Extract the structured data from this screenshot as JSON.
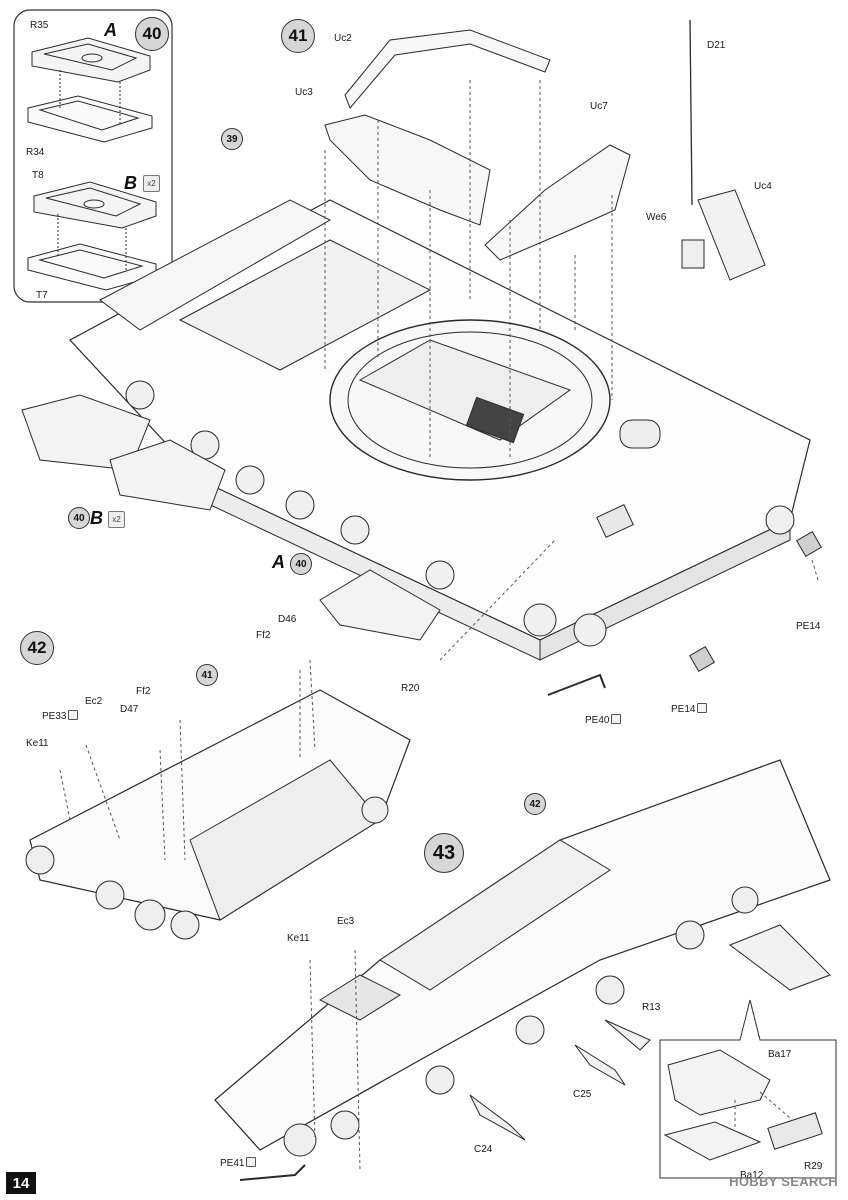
{
  "page_number": "14",
  "watermark": "HOBBY SEARCH",
  "steps": {
    "s39": "39",
    "s40_inset": "40",
    "s40_ref_a": "40",
    "s40_ref_b": "40",
    "s41": "41",
    "s41_ref": "41",
    "s42": "42",
    "s42_ref": "42",
    "s43": "43"
  },
  "sub_letters": {
    "a1": "A",
    "b1": "B",
    "a2": "A",
    "b2": "B"
  },
  "multipliers": {
    "m1": "x2",
    "m2": "x2"
  },
  "parts": {
    "r35": "R35",
    "r34": "R34",
    "t8": "T8",
    "t7": "T7",
    "uc2": "Uc2",
    "uc3": "Uc3",
    "uc7": "Uc7",
    "uc4": "Uc4",
    "d21": "D21",
    "we6": "We6",
    "pe14a": "PE14",
    "pe14b": "PE14",
    "pe40": "PE40",
    "r20": "R20",
    "ff2a": "Ff2",
    "d46": "D46",
    "ff2b": "Ff2",
    "d47": "D47",
    "ec2": "Ec2",
    "pe33": "PE33",
    "ke11a": "Ke11",
    "ec3": "Ec3",
    "ke11b": "Ke11",
    "r13": "R13",
    "c25": "C25",
    "c24": "C24",
    "pe41": "PE41",
    "ba17": "Ba17",
    "r29": "R29",
    "ba12": "Ba12"
  }
}
